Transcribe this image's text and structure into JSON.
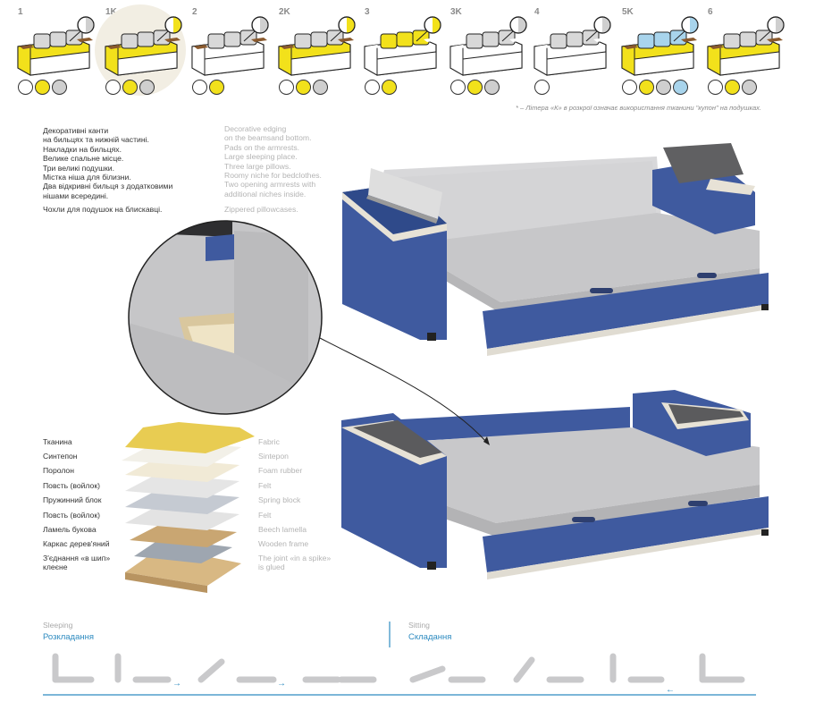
{
  "variants": [
    {
      "label": "1",
      "colors": [
        "white",
        "yellow",
        "grey"
      ],
      "tag": "grey"
    },
    {
      "label": "1K",
      "colors": [
        "white",
        "yellow",
        "grey"
      ],
      "tag": "yellow"
    },
    {
      "label": "2",
      "colors": [
        "white",
        "yellow"
      ],
      "tag": "grey"
    },
    {
      "label": "2K",
      "colors": [
        "white",
        "yellow",
        "grey"
      ],
      "tag": "yellow"
    },
    {
      "label": "3",
      "colors": [
        "white",
        "yellow"
      ],
      "tag": "yellow"
    },
    {
      "label": "3K",
      "colors": [
        "white",
        "yellow",
        "grey"
      ],
      "tag": "grey"
    },
    {
      "label": "4",
      "colors": [
        "white"
      ],
      "tag": "grey"
    },
    {
      "label": "5K",
      "colors": [
        "white",
        "yellow",
        "grey",
        "blue"
      ],
      "tag": "blue"
    },
    {
      "label": "6",
      "colors": [
        "white",
        "yellow",
        "grey"
      ],
      "tag": "grey"
    }
  ],
  "footnote": "* – Літера «К» в розкрої означає використання тканини \"купон\" на подушках.",
  "features_ua": "Декоративні канти\nна бильцях та нижній частині.\nНакладки на бильцях.\nВелике спальне місце.\nТри великі подушки.\nМістка ніша для білизни.\nДва відкривні бильця з додатковими\nнішами всередині.",
  "features_ua_extra": "Чохли для подушок на блискавці.",
  "features_en": "Decorative edging\non the beamsand bottom.\nPads on the armrests.\nLarge sleeping place.\nThree large pillows.\nRoomy niche for bedclothes.\nTwo opening armrests with\nadditional niches inside.",
  "features_en_extra": "Zippered pillowcases.",
  "layers": [
    {
      "ua": "Тканина",
      "en": "Fabric"
    },
    {
      "ua": "Синтепон",
      "en": "Sintepon"
    },
    {
      "ua": "Поролон",
      "en": "Foam rubber"
    },
    {
      "ua": "Повсть (войлок)",
      "en": "Felt"
    },
    {
      "ua": "Пружинний блок",
      "en": "Spring block"
    },
    {
      "ua": "Повсть (войлок)",
      "en": "Felt"
    },
    {
      "ua": "Ламель букова",
      "en": "Beech lamella"
    },
    {
      "ua": "Каркас дерев'яний",
      "en": "Wooden frame"
    },
    {
      "ua": "З'єднання «в шип»\nклеєне",
      "en": "The joint «in a spike»\nis glued"
    }
  ],
  "sequence": {
    "sleeping_en": "Sleeping",
    "sleeping_ua": "Розкладання",
    "sitting_en": "Sitting",
    "sitting_ua": "Складання"
  },
  "colors": {
    "accent": "#f2e11b",
    "blue": "#3f5a9f",
    "sky": "#2e8bc0",
    "grey": "#cfcfcf"
  }
}
